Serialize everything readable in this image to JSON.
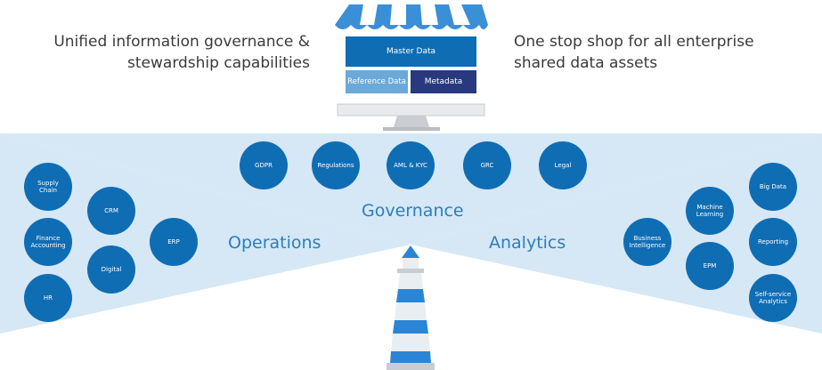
{
  "left_caption": {
    "line1": "Unified information governance &",
    "line2": "stewardship capabilities"
  },
  "right_caption": {
    "line1": "One stop shop for all enterprise",
    "line2": "shared data assets"
  },
  "store": {
    "master": "Master Data",
    "reference": "Reference Data",
    "metadata": "Metadata"
  },
  "sections": {
    "governance": "Governance",
    "operations": "Operations",
    "analytics": "Analytics"
  },
  "governance_items": [
    "GDPR",
    "Regulations",
    "AML & KYC",
    "GRC",
    "Legal"
  ],
  "operations_items": [
    "Supply Chain",
    "CRM",
    "Finance Accounting",
    "Digital",
    "ERP",
    "HR"
  ],
  "analytics_items": [
    "Business Intelligence",
    "Machine Learning",
    "EPM",
    "Big Data",
    "Reporting",
    "Self-service Analytics"
  ],
  "colors": {
    "circle": "#0f6db4",
    "band": "#d6e8f5",
    "section_text": "#2a7ec1",
    "master": "#0f6db4",
    "reference": "#6aa9d8",
    "metadata": "#283a7d"
  }
}
